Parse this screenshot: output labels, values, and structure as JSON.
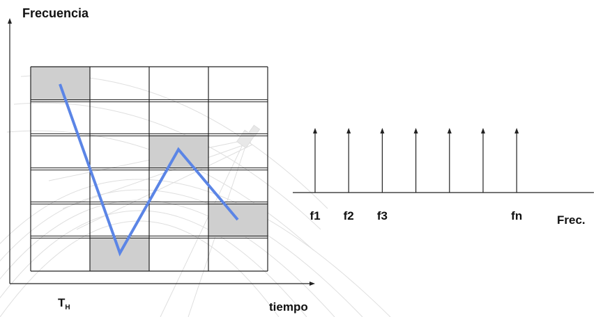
{
  "left_diagram": {
    "y_axis_label": "Frecuencia",
    "x_axis_label": "tiempo",
    "dwell_label_main": "T",
    "dwell_label_sub": "H",
    "grid": {
      "rows": 6,
      "cols": 4
    },
    "shaded_cells": [
      {
        "row": 0,
        "col": 0
      },
      {
        "row": 2,
        "col": 2
      },
      {
        "row": 4,
        "col": 3
      },
      {
        "row": 5,
        "col": 1
      }
    ],
    "hop_path_color": "#5b85e6",
    "cell_shade_color": "#cfcfcf"
  },
  "right_diagram": {
    "x_axis_label": "Frec.",
    "carrier_count": 7,
    "carrier_labels": [
      "f1",
      "f2",
      "f3",
      "",
      "",
      "",
      "fn"
    ]
  }
}
